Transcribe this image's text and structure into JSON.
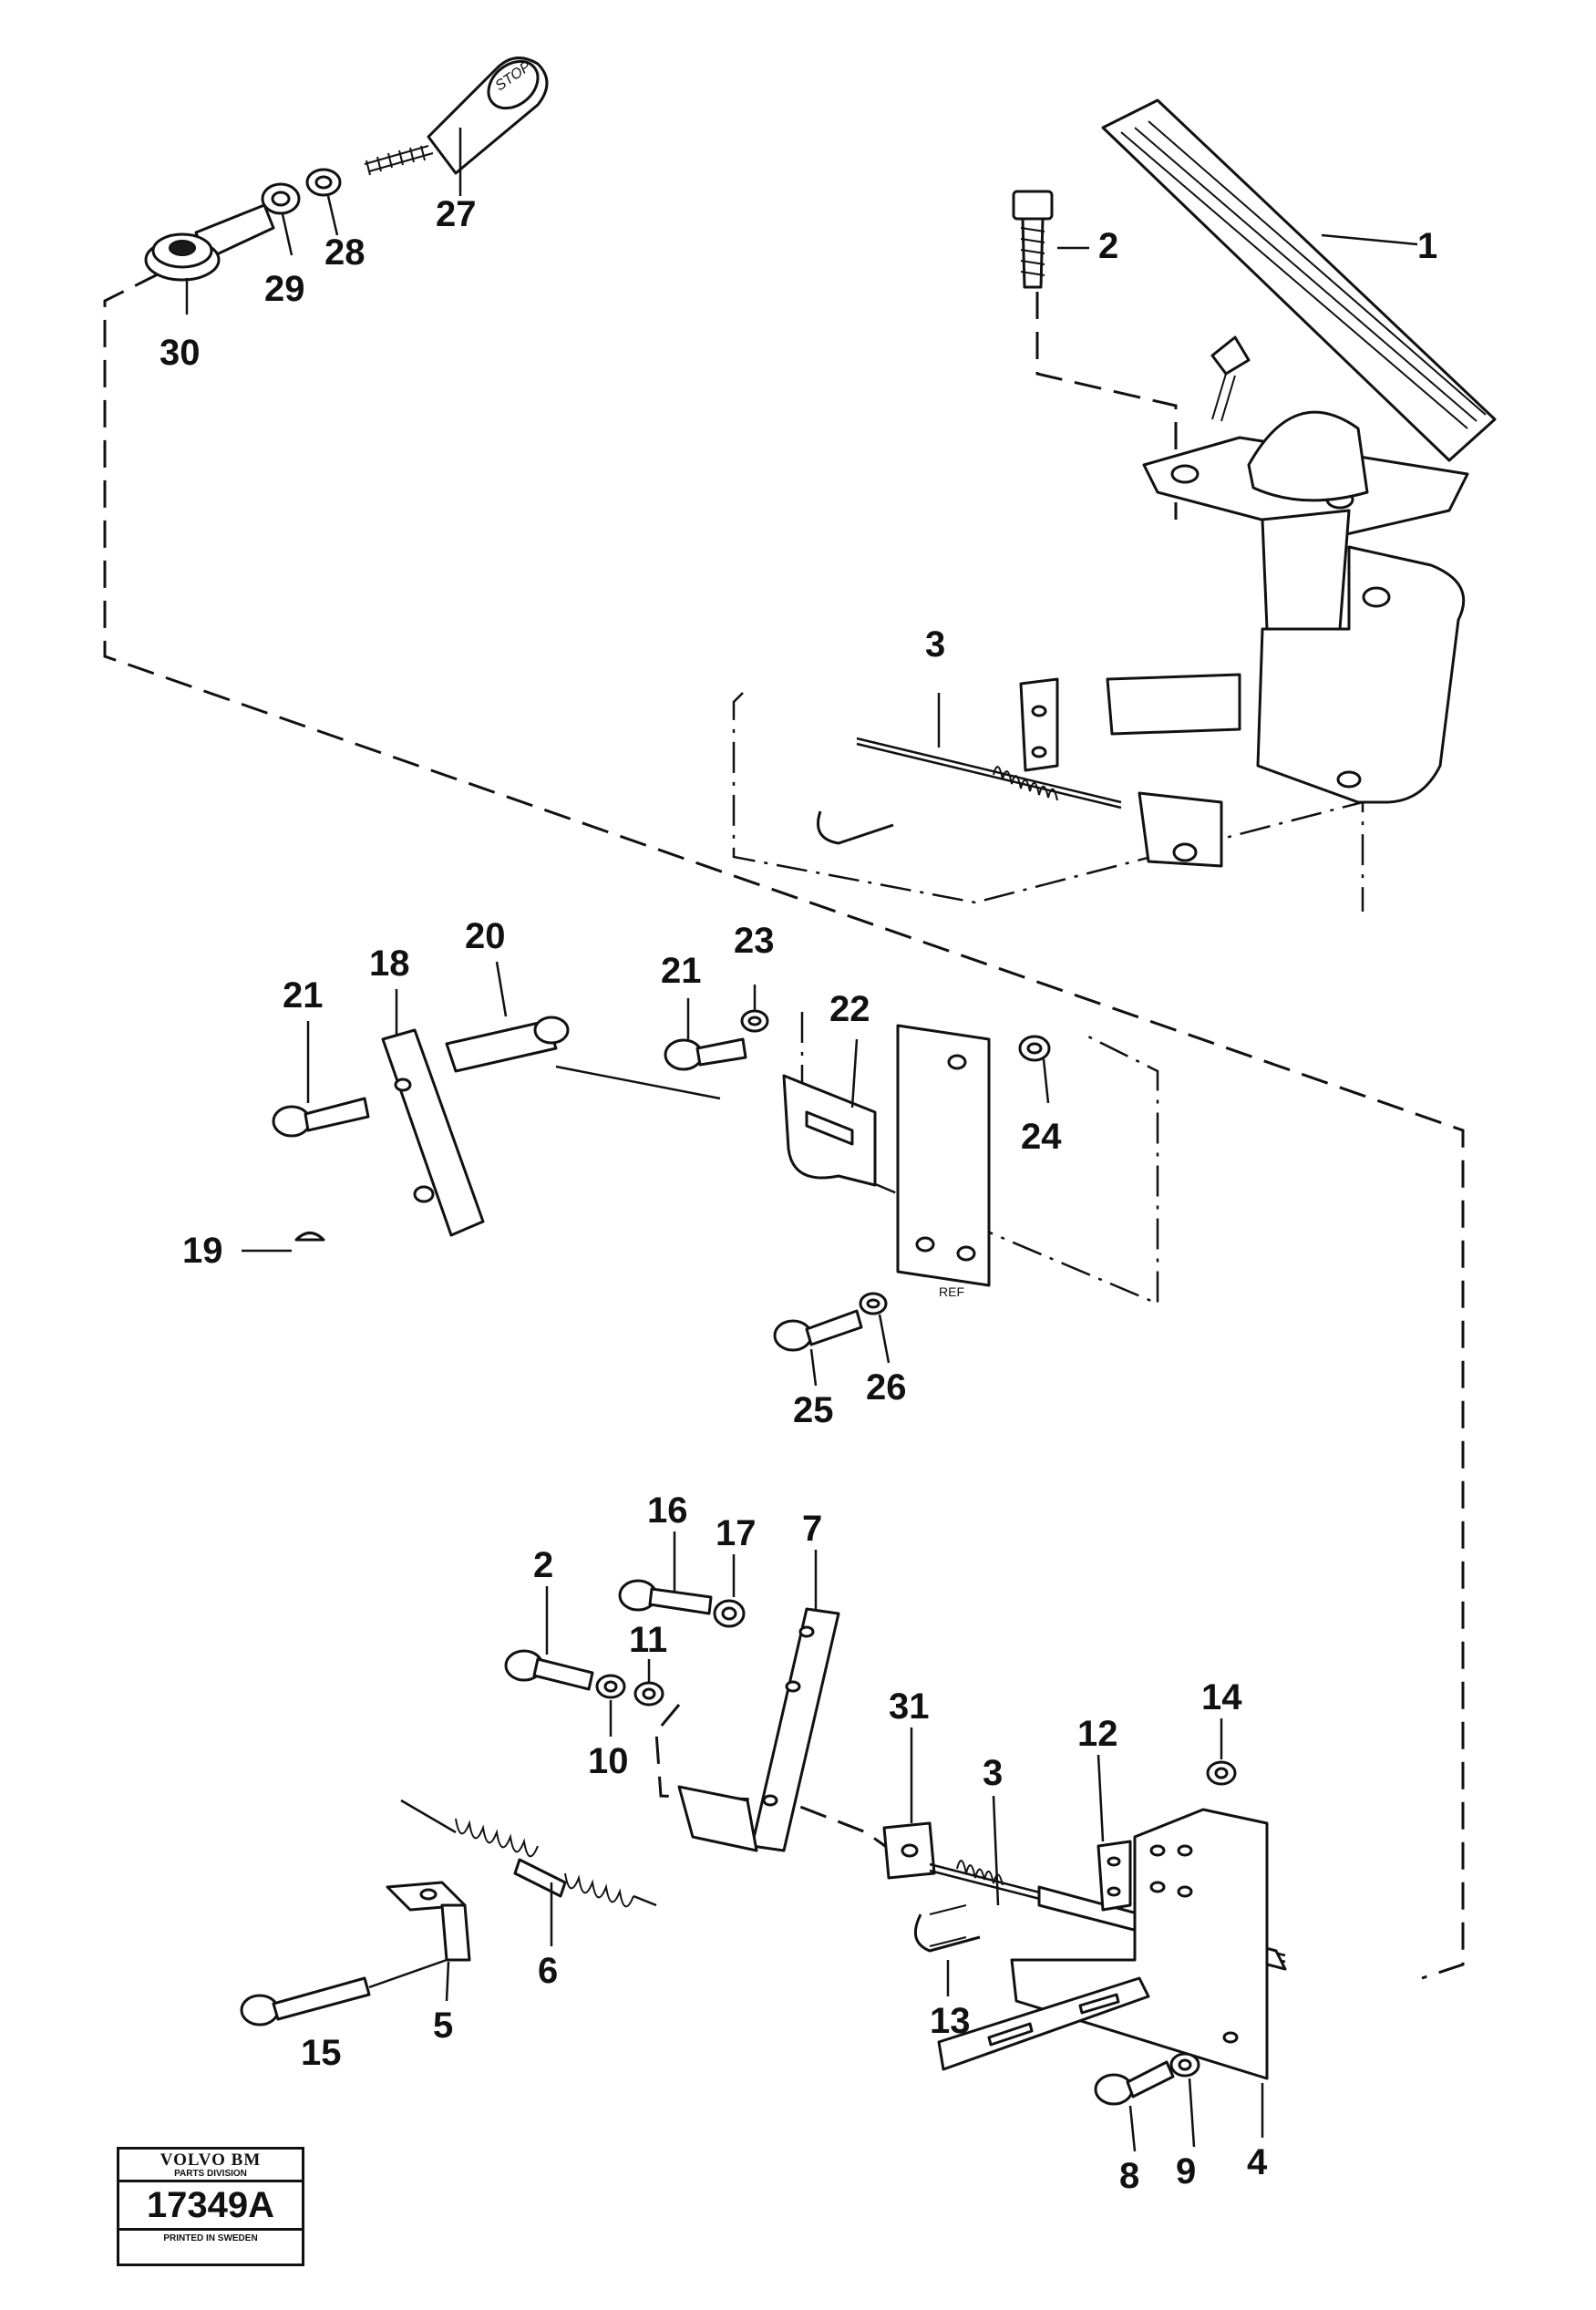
{
  "stamp": {
    "brand": "VOLVO BM",
    "division": "PARTS DIVISION",
    "number": "17349A",
    "footer": "PRINTED IN SWEDEN"
  },
  "part_markings": {
    "knob_text": "STOP",
    "plate_text": "REF"
  },
  "callouts": [
    "1",
    "2",
    "27",
    "28",
    "29",
    "30",
    "3",
    "20",
    "23",
    "18",
    "21",
    "21",
    "22",
    "24",
    "19",
    "25",
    "26",
    "16",
    "17",
    "7",
    "2",
    "11",
    "10",
    "31",
    "3",
    "12",
    "14",
    "6",
    "5",
    "15",
    "13",
    "9",
    "4",
    "8"
  ]
}
